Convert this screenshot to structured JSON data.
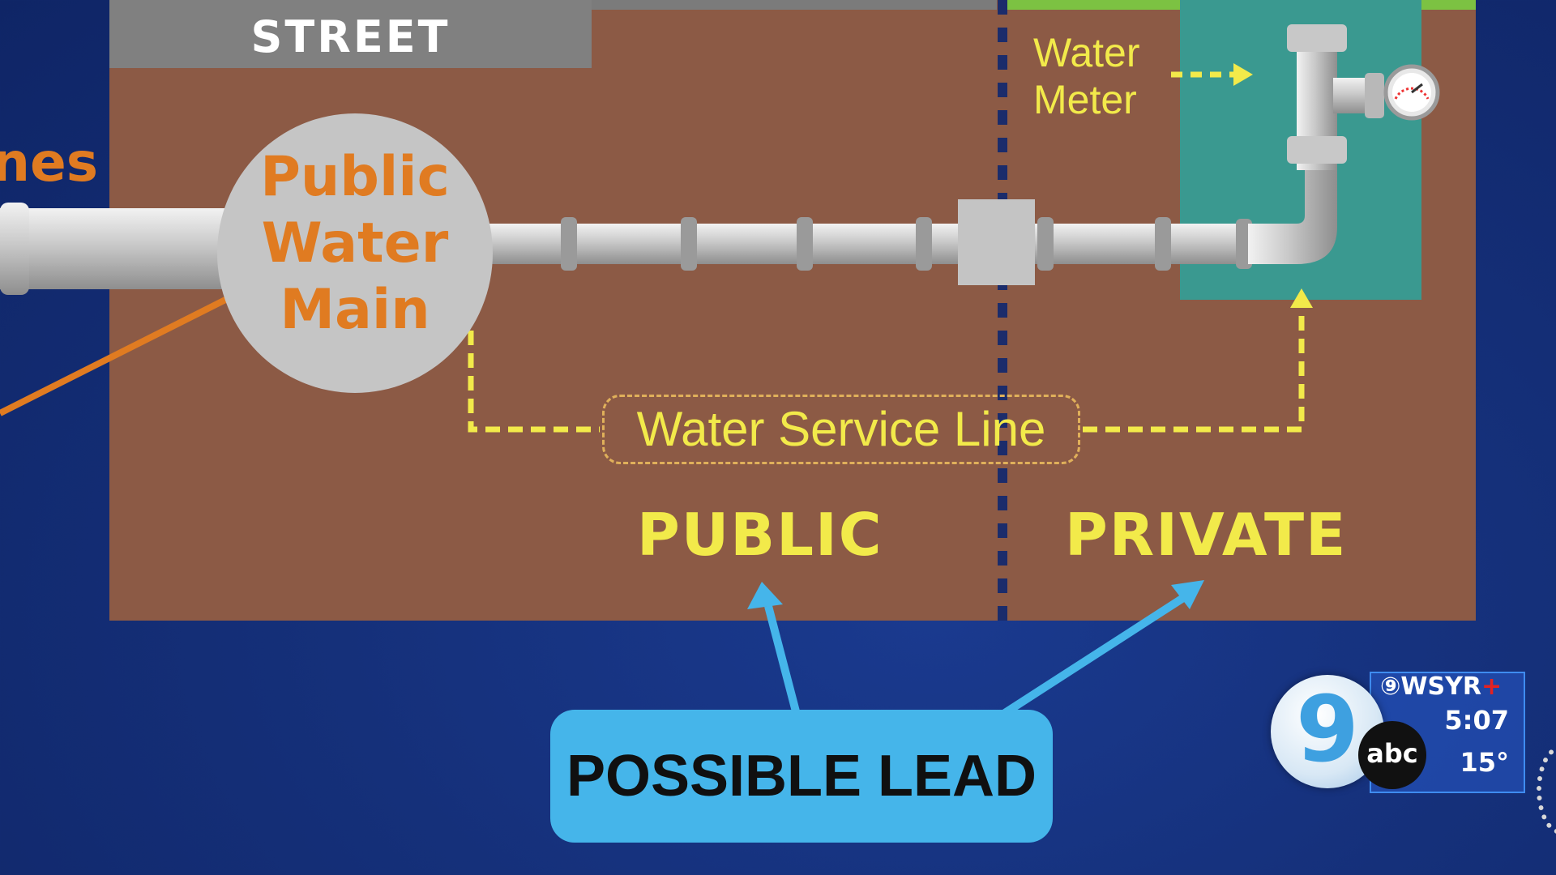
{
  "diagram": {
    "street_label": "STREET",
    "side_fragment": "nes",
    "main_label": [
      "Public",
      "Water",
      "Main"
    ],
    "meter_label": [
      "Water",
      "Meter"
    ],
    "service_line_label": "Water Service Line",
    "public_label": "PUBLIC",
    "private_label": "PRIVATE",
    "lead_label": "POSSIBLE LEAD"
  },
  "broadcast": {
    "channel_brand": "WSYR",
    "channel_number": "9",
    "network": "abc",
    "time": "5:07",
    "temperature": "15°"
  },
  "colors": {
    "soil": "#8c5a45",
    "street": "#808080",
    "meter_box": "#3a9990",
    "accent_yellow": "#f2ea4a",
    "accent_orange": "#e07b21",
    "lead_blue": "#45b5ea",
    "background": "#15307a"
  }
}
